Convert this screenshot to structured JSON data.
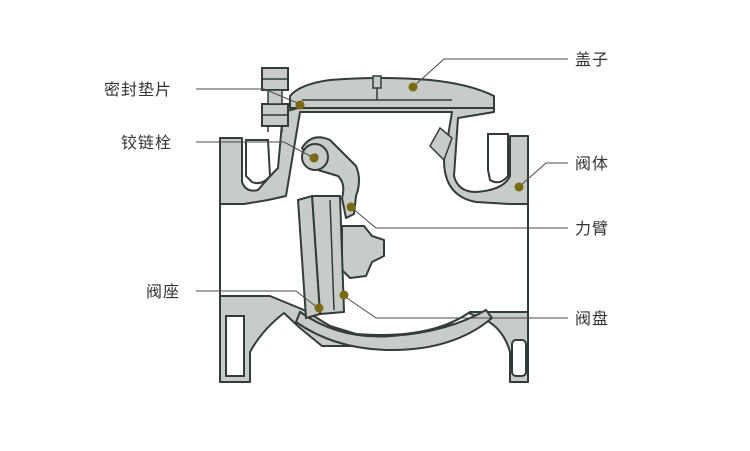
{
  "colors": {
    "body_fill": "#c7ccc8",
    "body_stroke": "#343c38",
    "leader_line": "#4a4a4a",
    "marker_dot": "#7b6a14",
    "label_text": "#333333",
    "background": "#ffffff"
  },
  "labels": {
    "gasket": "密封垫片",
    "hinge_pin": "铰链栓",
    "valve_seat": "阀座",
    "bonnet": "盖子",
    "valve_body": "阀体",
    "arm": "力臂",
    "disc": "阀盘"
  }
}
